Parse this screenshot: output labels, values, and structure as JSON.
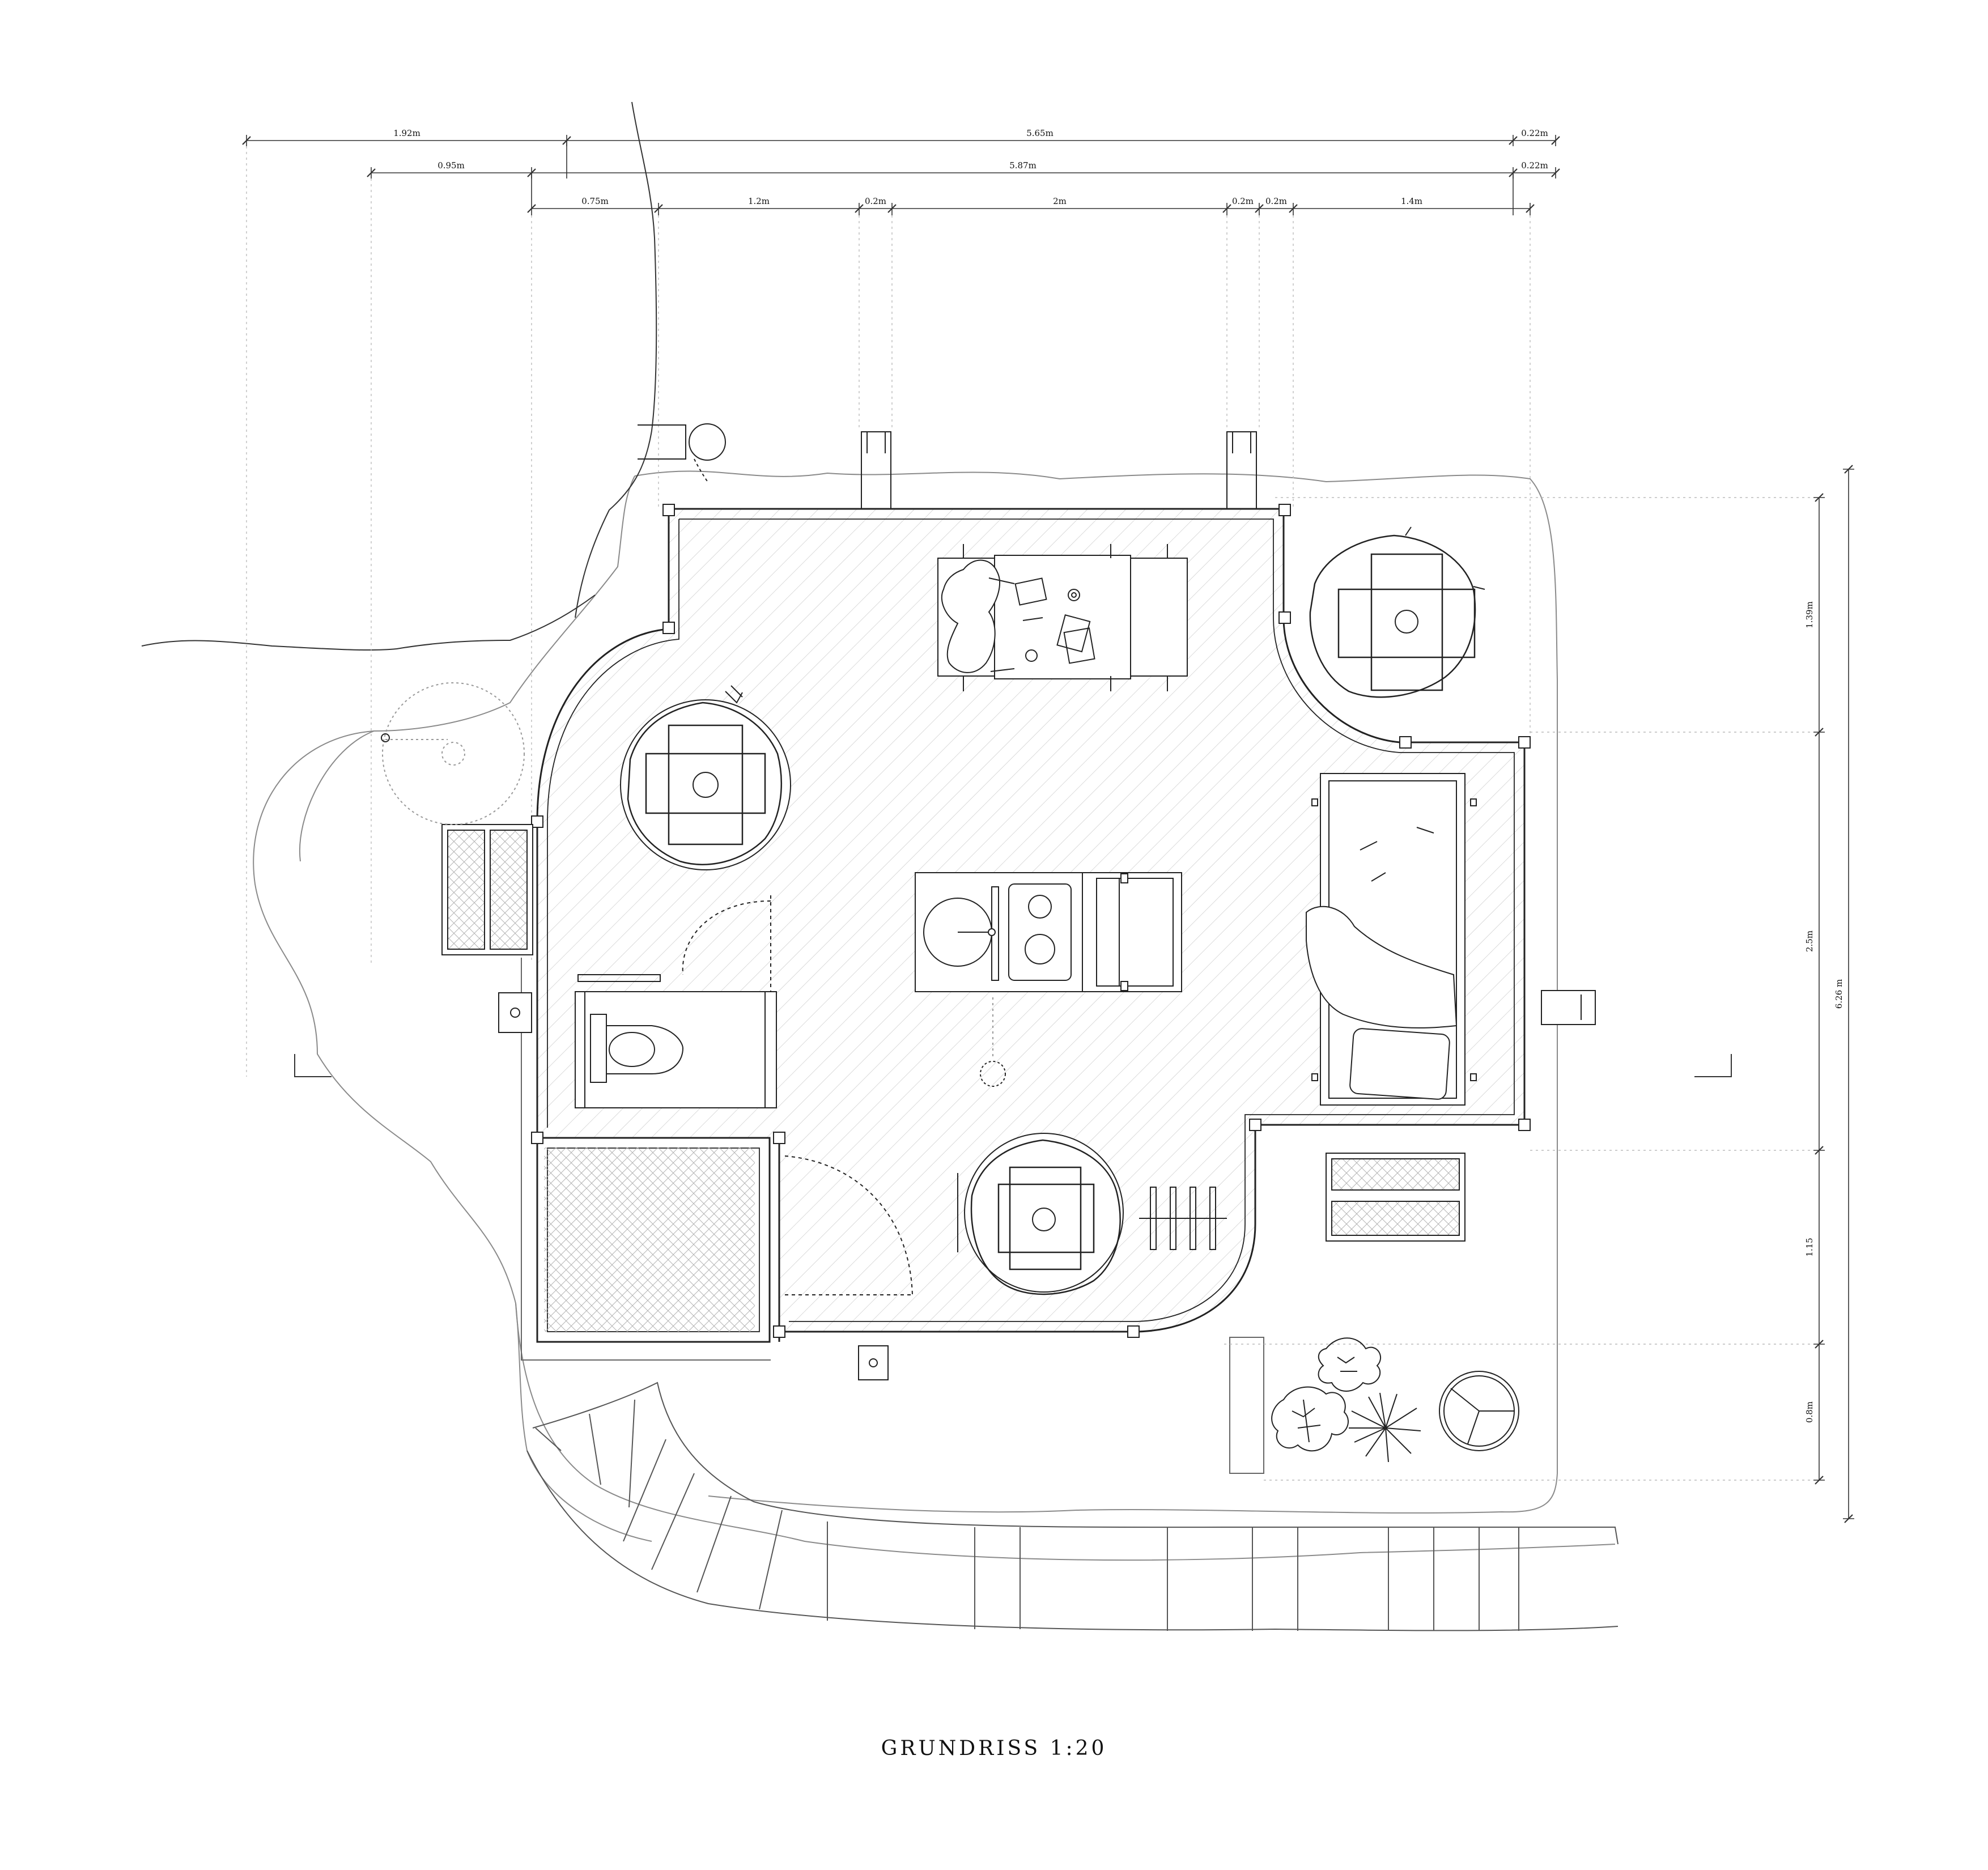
{
  "title": "GRUNDRISS 1:20",
  "dimensions": {
    "top_row1": [
      "1.92m",
      "5.65m",
      "0.22m"
    ],
    "top_row2": [
      "0.95m",
      "5.87m",
      "0.22m"
    ],
    "top_row3": [
      "0.75m",
      "1.2m",
      "0.2m",
      "2m",
      "0.2m",
      "0.2m",
      "1.4m"
    ],
    "right_segments": [
      "1.39m",
      "2.5m",
      "1.15",
      "0.8m"
    ],
    "right_total": "6.26 m"
  },
  "colors": {
    "line": "#222222",
    "fine_line": "#888888",
    "hatch": "#c9c9c9"
  },
  "icons": [
    "person-at-desk-icon",
    "tree-trunk-icon",
    "bed-icon",
    "toilet-icon",
    "kitchen-sink-icon",
    "stove-icon",
    "plant-icon",
    "stairs-icon"
  ]
}
